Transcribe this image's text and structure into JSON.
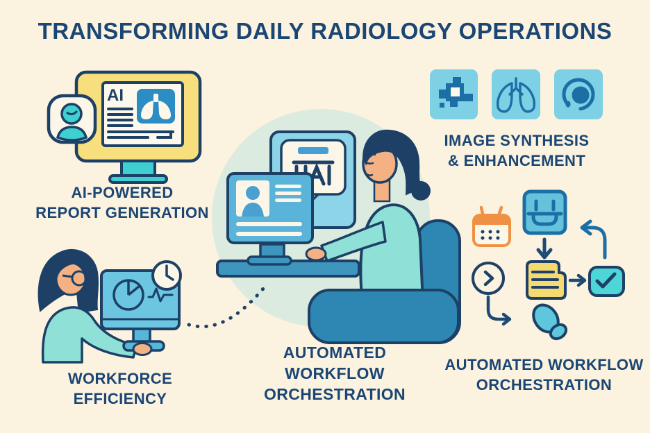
{
  "title": "TRANSFORMING DAILY RADIOLOGY OPERATIONS",
  "colors": {
    "background": "#fbf2df",
    "navy_text": "#1b4674",
    "outline_navy": "#1d4066",
    "light_blue": "#7ed0e4",
    "icon_blue": "#1c6fa5",
    "teal": "#3fd0d2",
    "mint": "#dcebdf",
    "monitor_yellow": "#f6df7c",
    "note_yellow": "#f7d972",
    "calendar_orange": "#ef9145",
    "skin": "#f3b184",
    "jacket_teal": "#8fe0d6",
    "chair_blue": "#2e87b2",
    "desk_blue": "#3e95bd"
  },
  "sections": {
    "report_generation": {
      "label": [
        "AI-POWERED",
        "REPORT GENERATION"
      ],
      "screen_text": "AI",
      "icons": [
        "monitor-icon",
        "avatar-badge-icon",
        "lungs-thumbnail-icon",
        "report-lines"
      ]
    },
    "image_synthesis": {
      "label": [
        "IMAGE SYNTHESIS",
        "& ENHANCEMENT"
      ],
      "icons": [
        "pixel-fragment-icon",
        "lungs-icon",
        "scan-circle-icon"
      ]
    },
    "workflow_center": {
      "label": [
        "AUTOMATED",
        "WORKFLOW",
        "ORCHESTRATION"
      ],
      "icons": [
        "dual-monitor-icon",
        "patient-card-icon",
        "chat-bubble-icon",
        "radiologist-figure",
        "desk",
        "chair",
        "dotted-connector"
      ]
    },
    "workforce": {
      "label": [
        "WORKFORCE",
        "EFFICIENCY"
      ],
      "icons": [
        "pie-chart-icon",
        "waveform-icon",
        "clock-badge-icon",
        "clinician-figure"
      ]
    },
    "workflow_right": {
      "label": [
        "AUTOMATED WORKFLOW",
        "ORCHESTRATION"
      ],
      "icons": [
        "calendar-icon",
        "task-square-icon",
        "next-step-icon",
        "note-icon",
        "checkbox-icon",
        "footstep-icon",
        "arrow-icons"
      ]
    }
  }
}
